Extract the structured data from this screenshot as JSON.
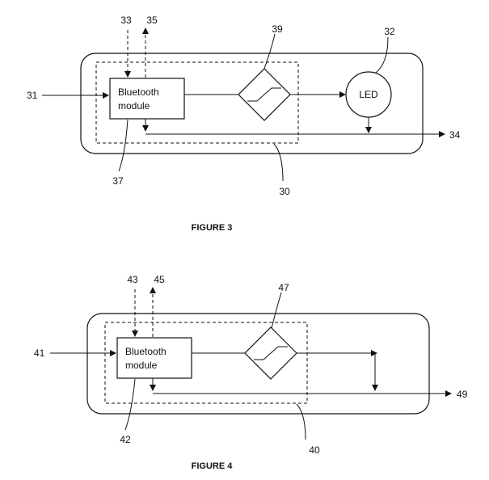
{
  "figures": [
    {
      "title": "FIGURE 3",
      "module_label_line1": "Bluetooth",
      "module_label_line2": "module",
      "led_label": "LED",
      "refs": {
        "input": "31",
        "led": "32",
        "dashed_in": "33",
        "output": "34",
        "dashed_out": "35",
        "module": "37",
        "switch": "39",
        "dashed_box": "30"
      }
    },
    {
      "title": "FIGURE 4",
      "module_label_line1": "Bluetooth",
      "module_label_line2": "module",
      "refs": {
        "input": "41",
        "module": "42",
        "dashed_in": "43",
        "dashed_out": "45",
        "switch": "47",
        "output": "49",
        "dashed_box": "40"
      }
    }
  ],
  "colors": {
    "line": "#111111",
    "background": "#ffffff"
  }
}
